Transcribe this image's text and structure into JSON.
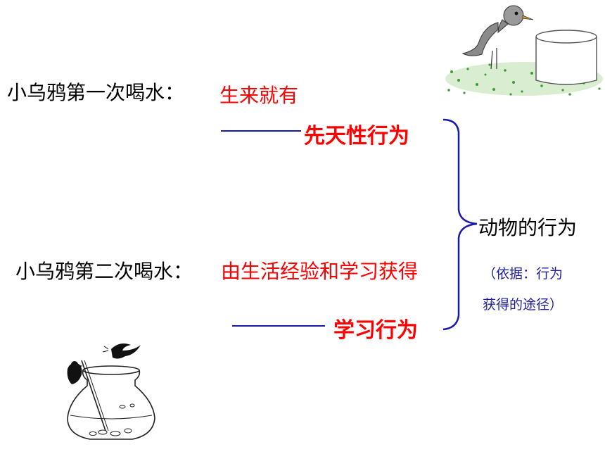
{
  "first_drink": {
    "label": "小乌鸦第一次喝水：",
    "answer": "生来就有",
    "behavior": "先天性行为"
  },
  "second_drink": {
    "label": "小乌鸦第二次喝水：",
    "answer": "由生活经验和学习获得",
    "behavior": "学习行为"
  },
  "category": {
    "title": "动物的行为",
    "basis_line1": "（依据：行为",
    "basis_line2": "获得的途径）"
  },
  "colors": {
    "answer": "#ff0000",
    "line": "#1a1aa8",
    "note": "#1f1f9e"
  }
}
